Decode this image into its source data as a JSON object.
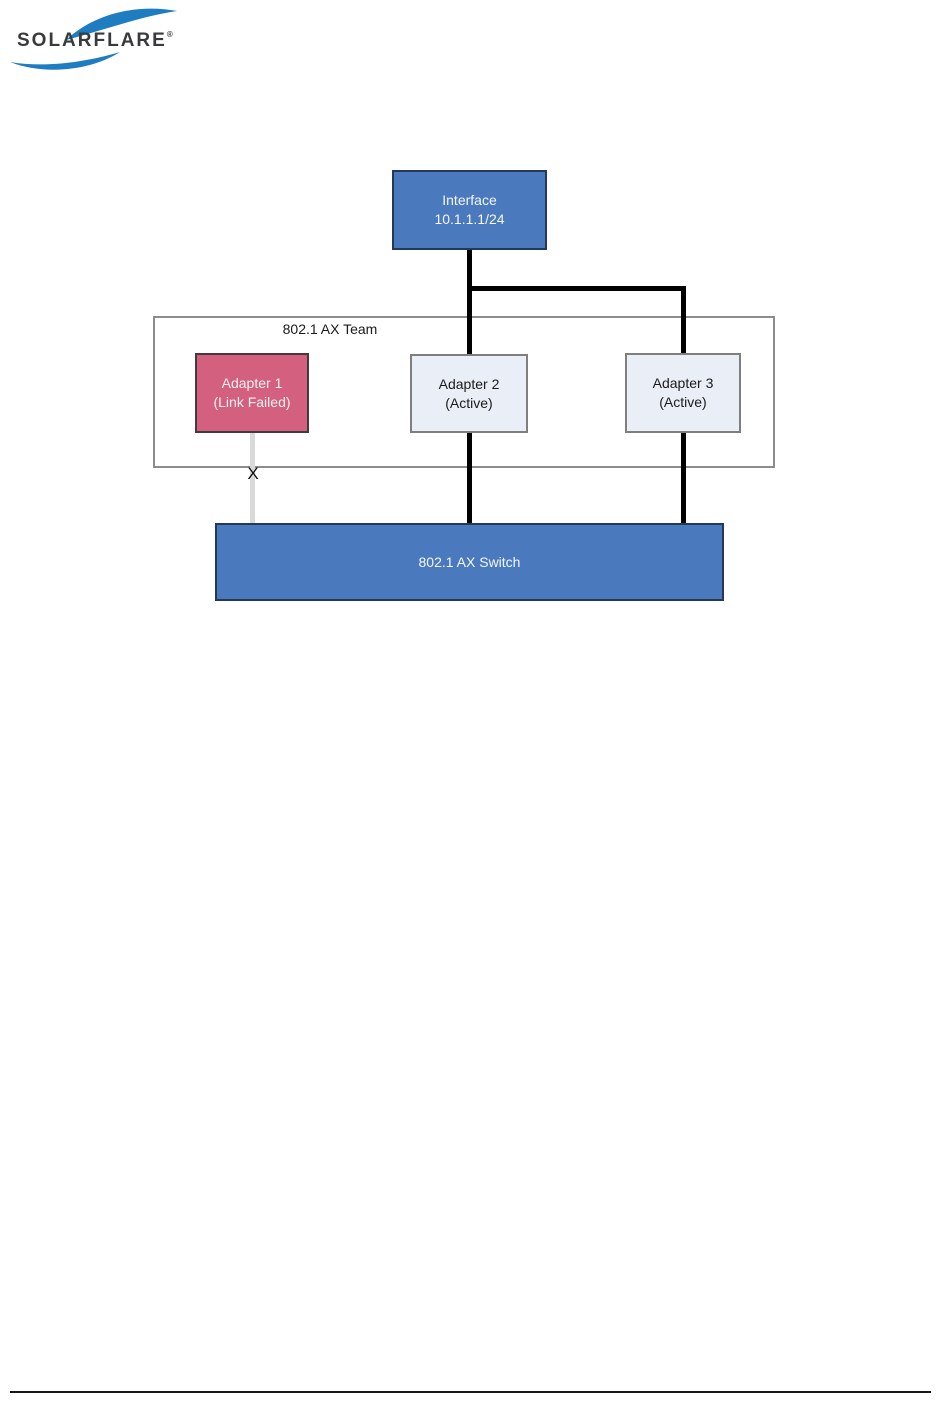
{
  "logo": {
    "text": "SOLARFLARE",
    "registered": "®",
    "swoosh_color": "#1e7cc0",
    "text_color": "#3a3a3c"
  },
  "diagram": {
    "interface_box": {
      "line1": "Interface",
      "line2": "10.1.1.1/24"
    },
    "team": {
      "label": "802.1 AX Team"
    },
    "adapters": [
      {
        "name": "Adapter 1",
        "status": "(Link Failed)",
        "state": "link-failed"
      },
      {
        "name": "Adapter 2",
        "status": "(Active)",
        "state": "active"
      },
      {
        "name": "Adapter 3",
        "status": "(Active)",
        "state": "active"
      }
    ],
    "switch_box": {
      "label": "802.1 AX Switch"
    },
    "failed_link_marker": "X",
    "colors": {
      "node_blue_fill": "#4a79be",
      "node_blue_border": "#24385c",
      "failed_fill": "#d2607e",
      "failed_border": "#45393e",
      "active_fill": "#eaeef7",
      "active_border": "#7f7f7f",
      "team_border": "#8c8c8c",
      "link_active": "#000000",
      "link_failed": "#d9d9d9"
    }
  }
}
